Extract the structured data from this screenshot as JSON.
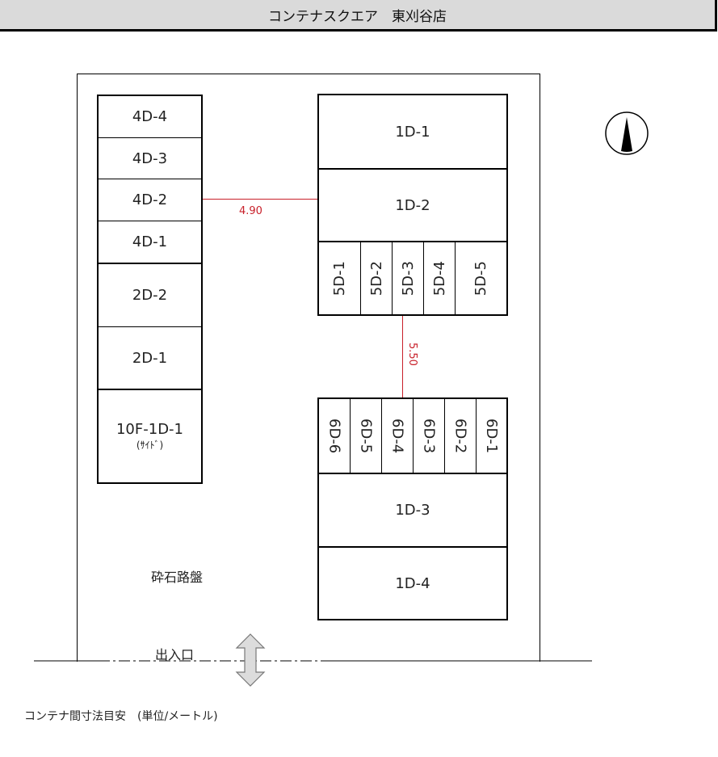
{
  "title": "コンテナスクエア　東刈谷店",
  "left_units": [
    {
      "label": "4D-4"
    },
    {
      "label": "4D-3"
    },
    {
      "label": "4D-2"
    },
    {
      "label": "4D-1"
    },
    {
      "label": "2D-2"
    },
    {
      "label": "2D-1"
    },
    {
      "label": "10F-1D-1",
      "sub": "(ｻｲﾄﾞ)"
    }
  ],
  "right_top_units": [
    {
      "label": "1D-1"
    },
    {
      "label": "1D-2"
    }
  ],
  "row_5d": [
    "5D-1",
    "5D-2",
    "5D-3",
    "5D-4",
    "5D-5"
  ],
  "row_6d": [
    "6D-6",
    "6D-5",
    "6D-4",
    "6D-3",
    "6D-2",
    "6D-1"
  ],
  "right_bottom_units": [
    {
      "label": "1D-3"
    },
    {
      "label": "1D-4"
    }
  ],
  "dimensions": {
    "horizontal": "4.90",
    "vertical": "5.50"
  },
  "surface_label": "砕石路盤",
  "entrance_label": "出入口",
  "note": "コンテナ間寸法目安　(単位/メートル)",
  "colors": {
    "dimension": "#c8202a",
    "title_bg": "#dadada"
  }
}
